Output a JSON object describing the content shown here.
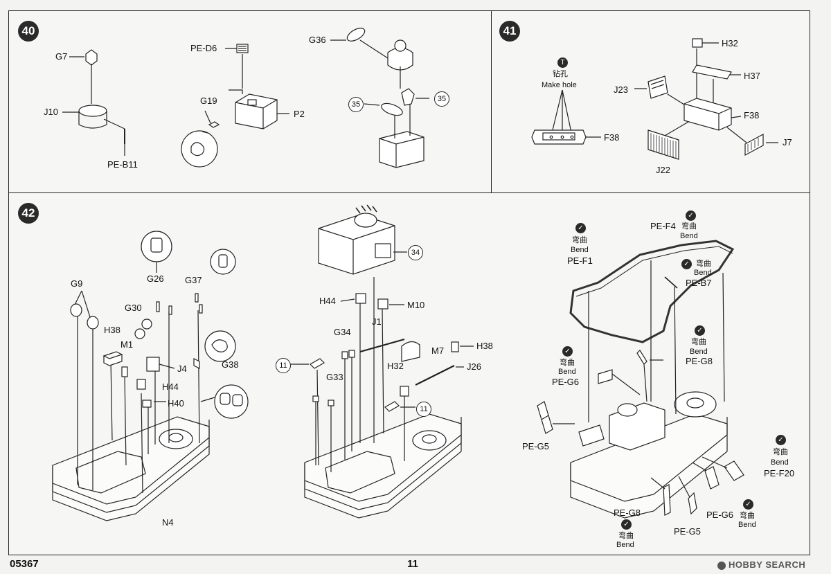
{
  "steps": {
    "s40": "40",
    "s41": "41",
    "s42": "42"
  },
  "step40": {
    "G7": "G7",
    "J10": "J10",
    "PE_B11": "PE-B11",
    "PE_D6": "PE-D6",
    "G19": "G19",
    "P2": "P2",
    "G36": "G36",
    "c35a": "35",
    "c35b": "35"
  },
  "step41": {
    "drill_cn": "钻孔",
    "drill_en": "Make hole",
    "drill_icon": "T",
    "F38a": "F38",
    "H32": "H32",
    "H37": "H37",
    "J23": "J23",
    "F38b": "F38",
    "J22": "J22",
    "J7": "J7"
  },
  "step42": {
    "G26": "G26",
    "G37": "G37",
    "G9": "G9",
    "G30": "G30",
    "H38a": "H38",
    "M1": "M1",
    "J4": "J4",
    "G38": "G38",
    "H44a": "H44",
    "H40": "H40",
    "N4": "N4",
    "c34": "34",
    "H44b": "H44",
    "M10": "M10",
    "J1": "J1",
    "G34": "G34",
    "M7": "M7",
    "H38b": "H38",
    "c11a": "11",
    "J26": "J26",
    "H32": "H32",
    "G33": "G33",
    "c11b": "11",
    "PE_F4": "PE-F4",
    "PE_F1": "PE-F1",
    "PE_B7": "PE-B7",
    "PE_G8a": "PE-G8",
    "PE_G6a": "PE-G6",
    "PE_G5a": "PE-G5",
    "PE_F20": "PE-F20",
    "PE_G8b": "PE-G8",
    "PE_G6b": "PE-G6",
    "PE_G5b": "PE-G5",
    "bend_cn": "弯曲",
    "bend_en": "Bend"
  },
  "footer": {
    "code": "05367",
    "page": "11",
    "watermark": "HOBBY SEARCH"
  }
}
